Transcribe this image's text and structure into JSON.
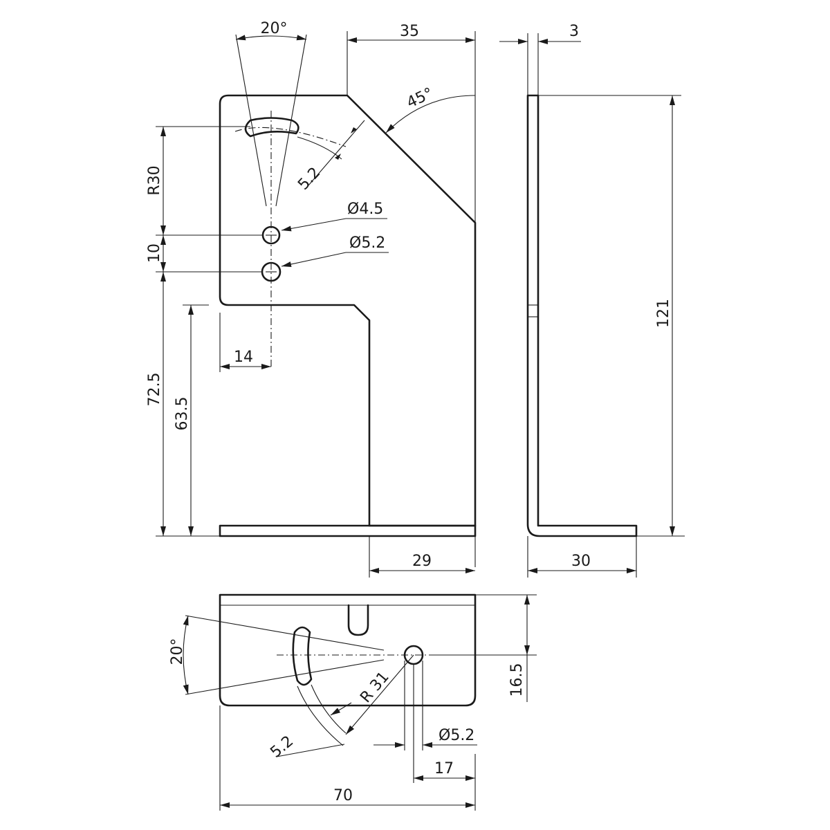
{
  "dimensions": {
    "front": {
      "slot_angle": "20°",
      "top_width": "35",
      "chamfer_angle": "45°",
      "slot_radius": "R30",
      "slot_width": "5.2",
      "hole_upper_dia": "Ø4.5",
      "hole_lower_dia": "Ø5.2",
      "hole_spacing": "10",
      "hole_offset": "14",
      "height_outer": "72.5",
      "height_inner": "63.5",
      "base_width": "29"
    },
    "side": {
      "thickness": "3",
      "total_height": "121",
      "flange_length": "30"
    },
    "bottom": {
      "slot_angle": "20°",
      "slot_radius": "R 31",
      "slot_width": "5.2",
      "hole_dia": "Ø5.2",
      "hole_depth": "16.5",
      "hole_offset": "17",
      "total_width": "70"
    }
  }
}
